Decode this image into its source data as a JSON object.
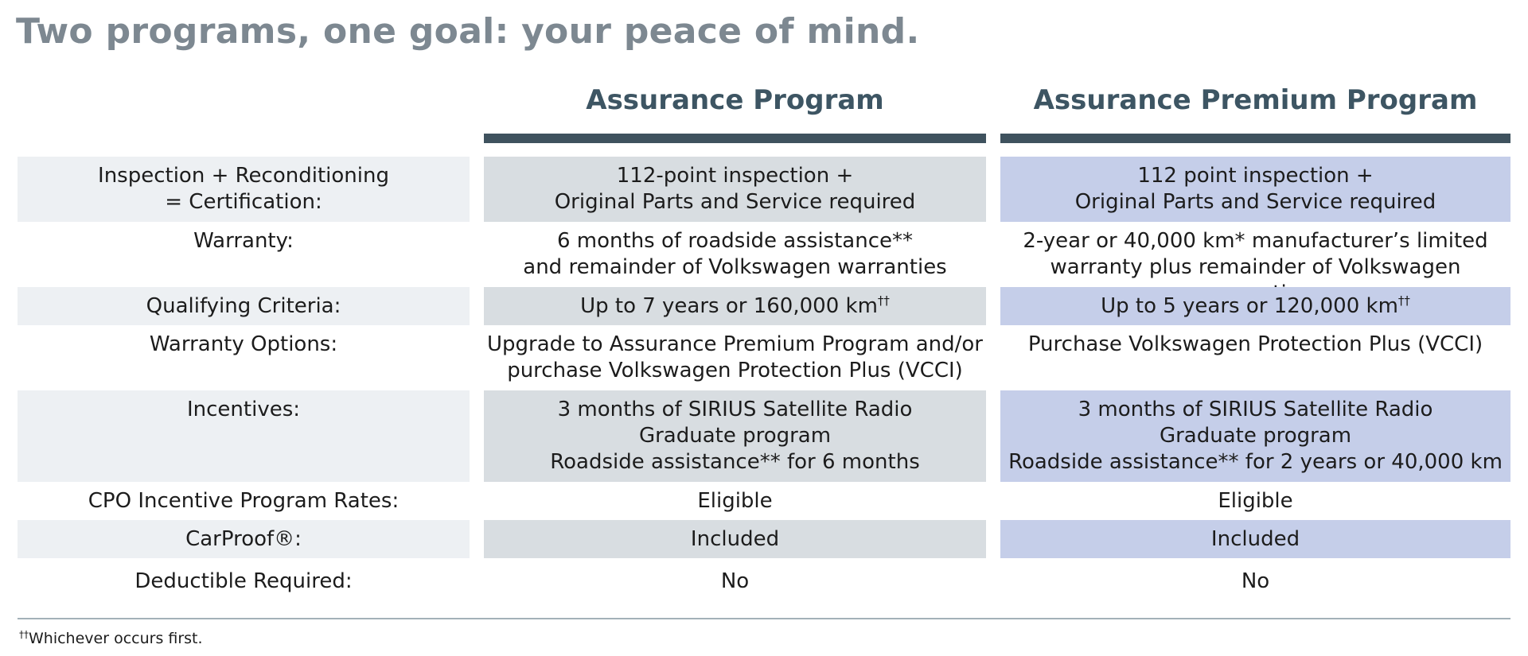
{
  "title": "Two programs, one goal: your peace of mind.",
  "columns": {
    "assurance": "Assurance Program",
    "premium": "Assurance Premium Program"
  },
  "rows": [
    {
      "label": [
        "Inspection + Reconditioning",
        "= Certification:"
      ],
      "assurance": [
        "112-point inspection +",
        "Original Parts and Service required"
      ],
      "premium": [
        "112 point inspection +",
        "Original Parts and Service required"
      ]
    },
    {
      "label": [
        "Warranty:"
      ],
      "assurance": [
        "6 months of roadside assistance**",
        "and remainder of Volkswagen warranties"
      ],
      "premium": [
        "2-year or 40,000 km* manufacturer’s limited",
        "warranty plus remainder of Volkswagen warranties"
      ]
    },
    {
      "label": [
        "Qualifying Criteria:"
      ],
      "assurance": [
        "Up to 7 years or 160,000 km"
      ],
      "assurance_mark": "††",
      "premium": [
        "Up to 5 years or 120,000 km"
      ],
      "premium_mark": "††"
    },
    {
      "label": [
        "Warranty Options:"
      ],
      "assurance": [
        "Upgrade to Assurance Premium Program and/or",
        "purchase Volkswagen Protection Plus (VCCI)"
      ],
      "premium": [
        "Purchase Volkswagen Protection Plus (VCCI)"
      ]
    },
    {
      "label": [
        "Incentives:"
      ],
      "assurance": [
        "3 months of SIRIUS Satellite Radio",
        "Graduate program",
        "Roadside assistance** for 6 months"
      ],
      "premium": [
        "3 months of SIRIUS Satellite Radio",
        "Graduate program",
        "Roadside assistance** for 2 years or 40,000 km"
      ]
    },
    {
      "label": [
        "CPO Incentive Program Rates:"
      ],
      "assurance": [
        "Eligible"
      ],
      "premium": [
        "Eligible"
      ]
    },
    {
      "label": [
        "CarProof®:"
      ],
      "assurance": [
        "Included"
      ],
      "premium": [
        "Included"
      ]
    },
    {
      "label": [
        "Deductible Required:"
      ],
      "assurance": [
        "No"
      ],
      "premium": [
        "No"
      ]
    }
  ],
  "footnote": {
    "mark": "††",
    "text": "Whichever occurs first."
  }
}
